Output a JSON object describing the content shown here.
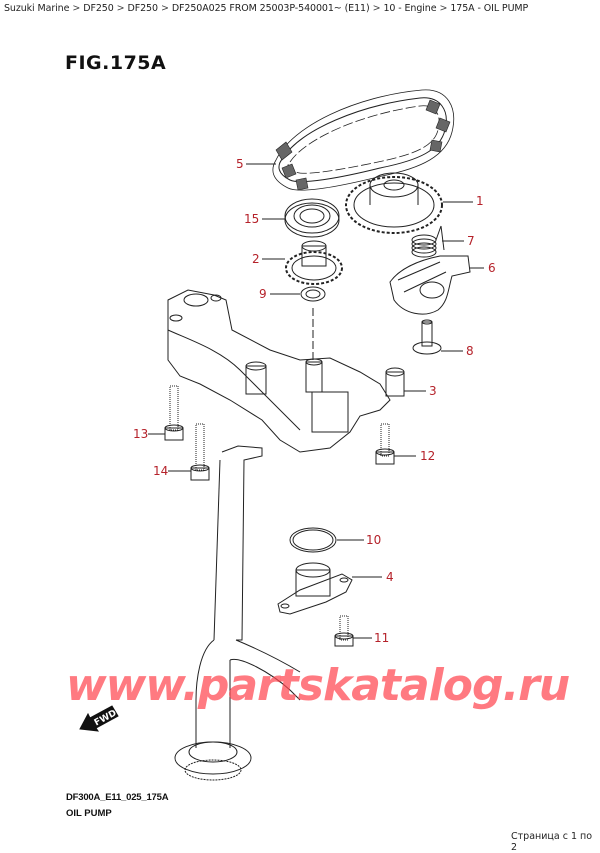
{
  "breadcrumb": [
    {
      "label": "Suzuki Marine"
    },
    {
      "label": "DF250"
    },
    {
      "label": "DF250"
    },
    {
      "label": "DF250A025 FROM 25003P-540001~ (E11)"
    },
    {
      "label": "10 - Engine"
    },
    {
      "label": "175A - OIL PUMP"
    }
  ],
  "breadcrumb_separator": ">",
  "figure": {
    "title": "FIG.175A",
    "code": "DF300A_E11_025_175A",
    "name": "OIL PUMP"
  },
  "callouts": [
    {
      "number": "1",
      "part": "sprocket"
    },
    {
      "number": "2",
      "part": "drive-gear"
    },
    {
      "number": "3",
      "part": "oil-pump-body"
    },
    {
      "number": "4",
      "part": "strainer-flange"
    },
    {
      "number": "5",
      "part": "chain"
    },
    {
      "number": "6",
      "part": "chain-tensioner"
    },
    {
      "number": "7",
      "part": "spring"
    },
    {
      "number": "8",
      "part": "bolt"
    },
    {
      "number": "9",
      "part": "washer"
    },
    {
      "number": "10",
      "part": "o-ring"
    },
    {
      "number": "11",
      "part": "bolt"
    },
    {
      "number": "12",
      "part": "bolt"
    },
    {
      "number": "13",
      "part": "bolt"
    },
    {
      "number": "14",
      "part": "bolt"
    },
    {
      "number": "15",
      "part": "bearing"
    }
  ],
  "fwd_label": "FWD",
  "watermark": "www.partskatalog.ru",
  "pager": "Страница с 1 по 2",
  "colors": {
    "callout": "#b5222a",
    "watermark": "#ff4650",
    "line": "#222222"
  }
}
